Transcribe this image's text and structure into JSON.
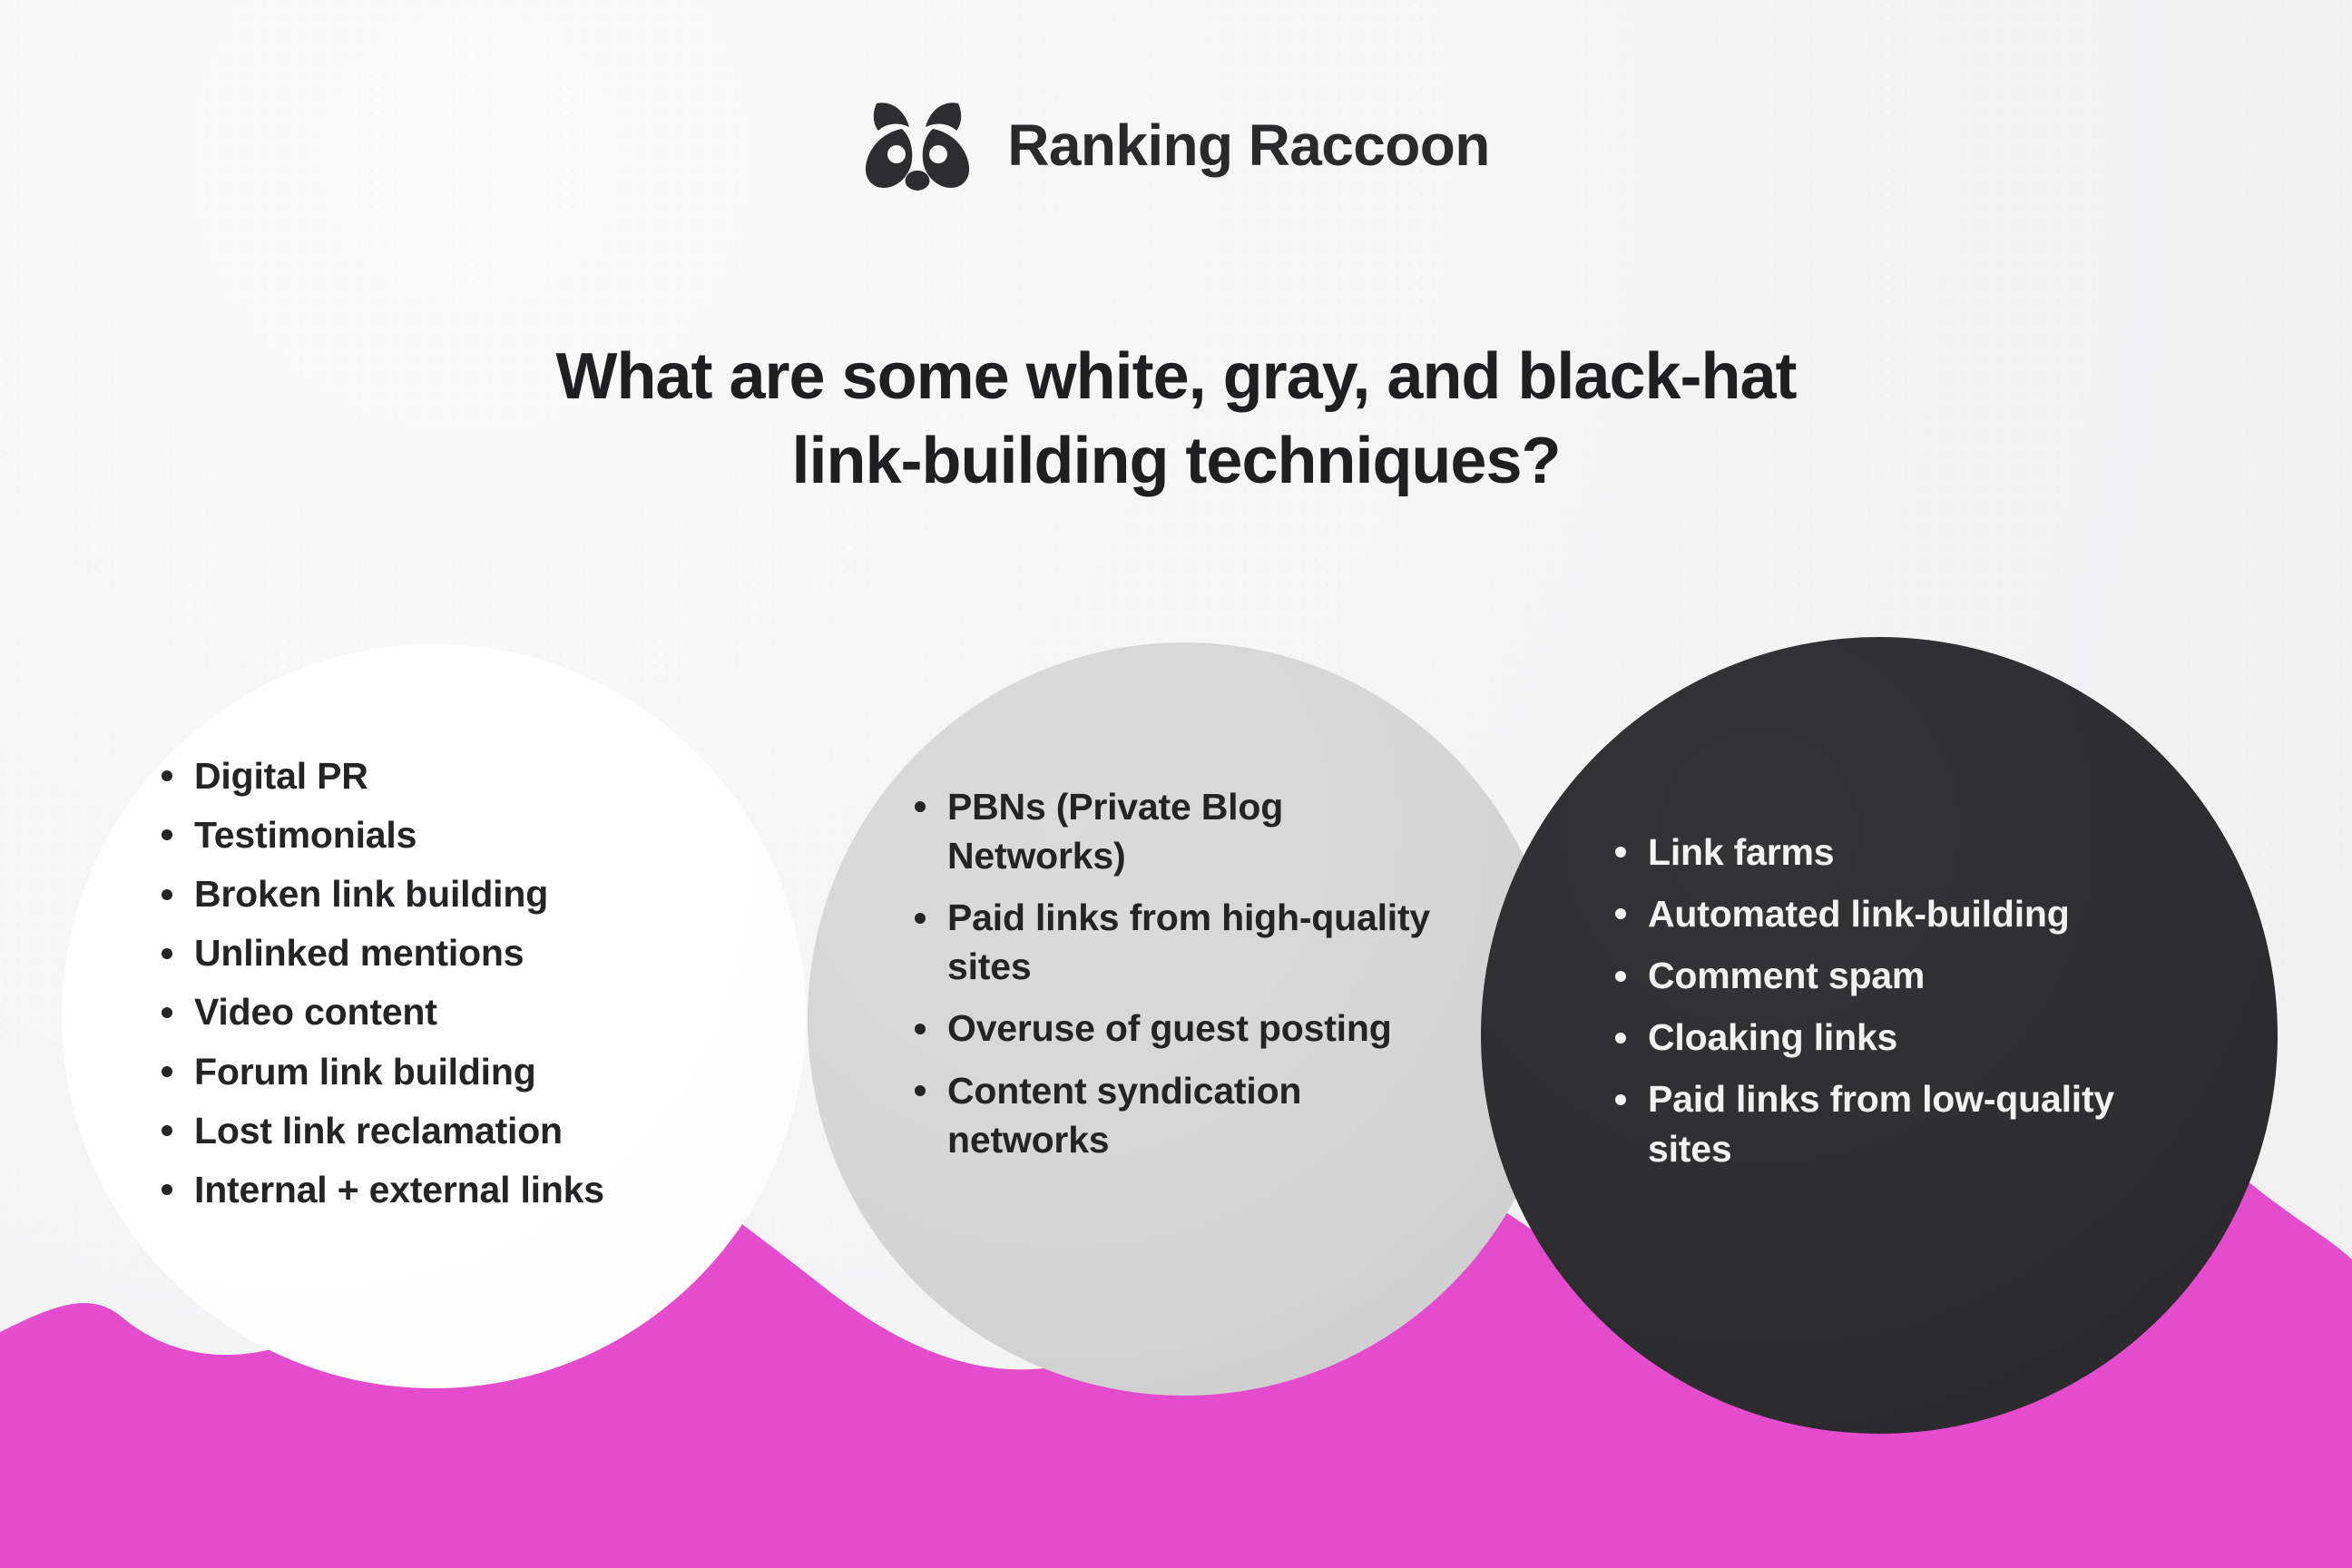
{
  "brand": {
    "name": "Ranking Raccoon",
    "logo_icon": "raccoon-face-icon"
  },
  "headline": {
    "line1": "What are some white, gray, and black-hat",
    "line2": "link-building techniques?"
  },
  "colors": {
    "accent_pink": "#E44CCD",
    "background": "#F4F4F5",
    "circle_white": "#FFFFFF",
    "circle_gray": "#D6D6D6",
    "circle_black": "#2E2E30",
    "text_dark": "#242426",
    "text_light": "#F2F2F2"
  },
  "categories": [
    {
      "key": "white-hat",
      "items": [
        "Digital PR",
        "Testimonials",
        "Broken link building",
        "Unlinked mentions",
        "Video content",
        "Forum link building",
        "Lost link reclamation",
        "Internal + external links"
      ]
    },
    {
      "key": "gray-hat",
      "items": [
        "PBNs (Private Blog Networks)",
        "Paid links from high-quality sites",
        "Overuse of guest posting",
        "Content syndication networks"
      ]
    },
    {
      "key": "black-hat",
      "items": [
        "Link farms",
        "Automated link-building",
        "Comment spam",
        "Cloaking links",
        "Paid links from low-quality sites"
      ]
    }
  ]
}
